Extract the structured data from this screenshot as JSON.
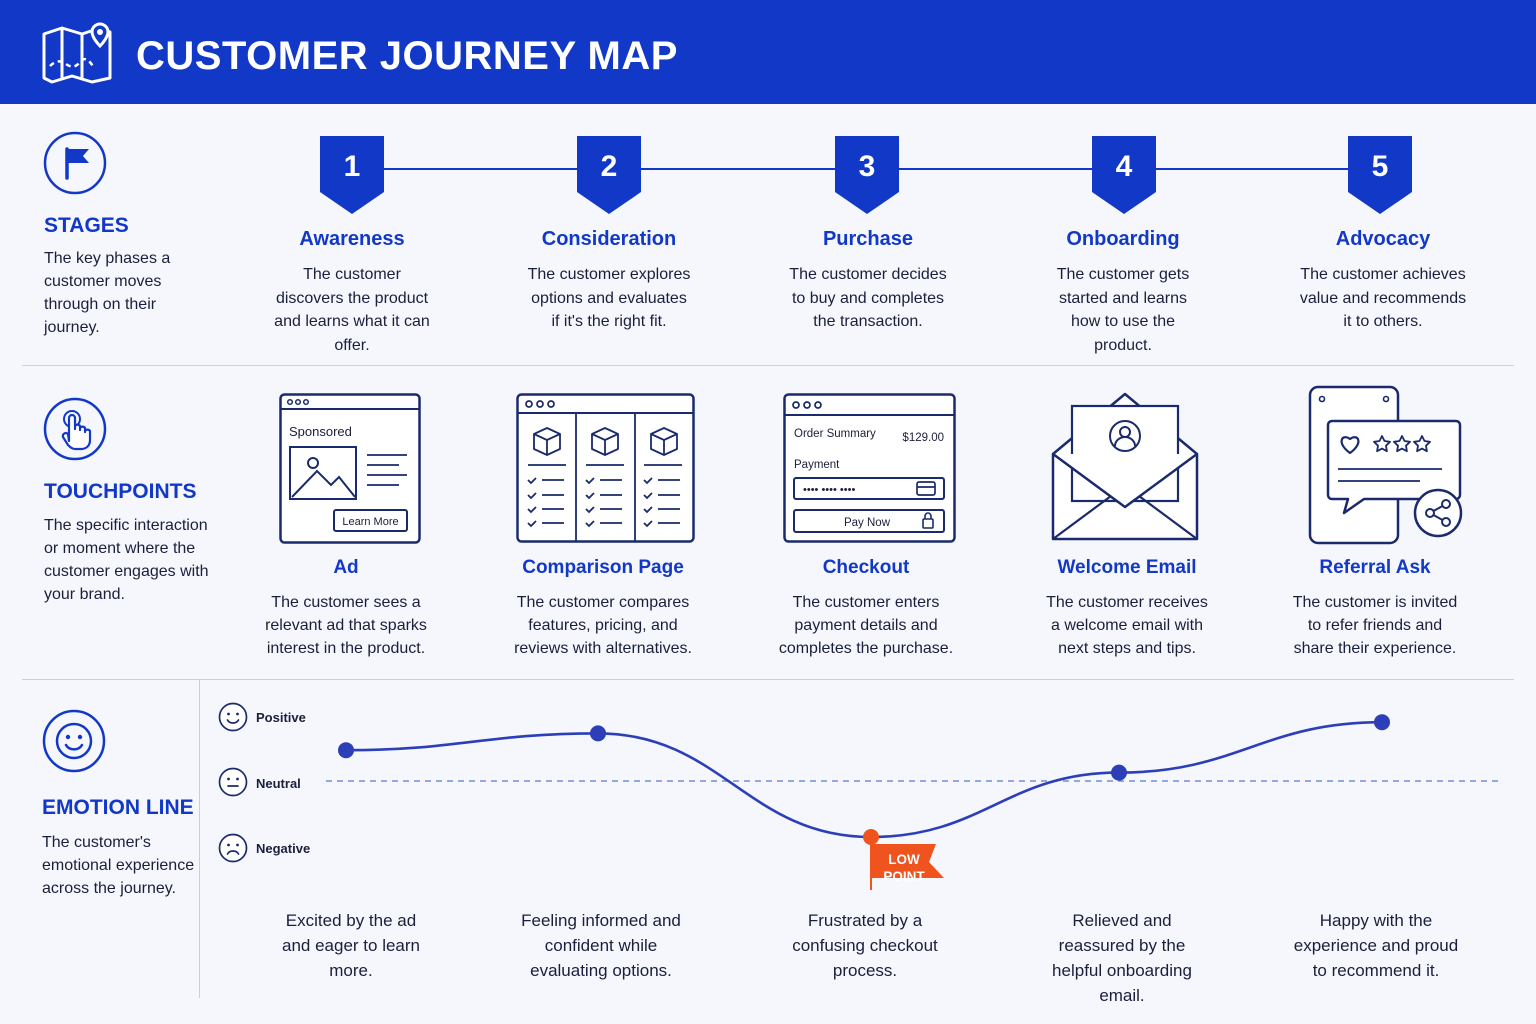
{
  "header": {
    "title": "CUSTOMER JOURNEY MAP"
  },
  "colors": {
    "primary": "#1238c8",
    "accent": "#f0541e",
    "line": "#2c3fb8"
  },
  "sections": {
    "stages": {
      "title": "STAGES",
      "desc": "The key phases a customer moves through on their journey.",
      "icon": "flag-icon"
    },
    "touchpoints": {
      "title": "TOUCHPOINTS",
      "desc": "The specific interaction or moment where the customer engages with your brand.",
      "icon": "pointer-hand-icon"
    },
    "emotion": {
      "title": "EMOTION LINE",
      "desc": "The customer's emotional experience across the journey.",
      "icon": "smiley-icon"
    }
  },
  "stages": [
    {
      "number": "1",
      "title": "Awareness",
      "desc": "The customer discovers the product and learns what it can offer."
    },
    {
      "number": "2",
      "title": "Consideration",
      "desc": "The customer explores options and evaluates if it's the right fit."
    },
    {
      "number": "3",
      "title": "Purchase",
      "desc": "The customer decides to buy and completes the transaction."
    },
    {
      "number": "4",
      "title": "Onboarding",
      "desc": "The customer gets started and learns how to use the product."
    },
    {
      "number": "5",
      "title": "Advocacy",
      "desc": "The customer achieves value and recommends it to others."
    }
  ],
  "touchpoints": [
    {
      "title": "Ad",
      "desc": "The customer sees a relevant ad that sparks interest in the product."
    },
    {
      "title": "Comparison Page",
      "desc": "The customer compares features, pricing, and reviews with alternatives."
    },
    {
      "title": "Checkout",
      "desc": "The customer enters payment details and completes the purchase."
    },
    {
      "title": "Welcome Email",
      "desc": "The customer receives a welcome email with next steps and tips."
    },
    {
      "title": "Referral Ask",
      "desc": "The customer is invited to refer friends and share their experience."
    }
  ],
  "touchpoint_ui": {
    "ad_sponsored": "Sponsored",
    "ad_cta": "Learn More",
    "checkout_order_summary": "Order Summary",
    "checkout_price": "$129.00",
    "checkout_payment": "Payment",
    "checkout_card_mask": "•••• •••• ••••",
    "checkout_pay_now": "Pay Now"
  },
  "emotion": {
    "levels": [
      "Positive",
      "Neutral",
      "Negative"
    ],
    "low_point_label_1": "LOW",
    "low_point_label_2": "POINT",
    "values": [
      0.55,
      0.85,
      -1.0,
      0.15,
      1.05
    ],
    "low_point_index": 2,
    "captions": [
      "Excited by the ad and eager to learn more.",
      "Feeling informed and confident while evaluating options.",
      "Frustrated by a confusing checkout process.",
      "Relieved and reassured by the helpful onboarding email.",
      "Happy with the experience and proud to recommend it."
    ]
  }
}
